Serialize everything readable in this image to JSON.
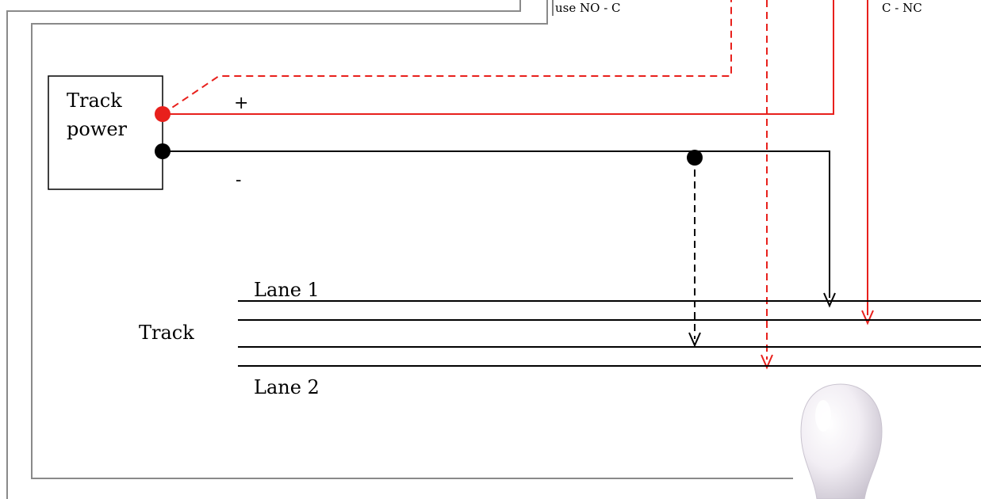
{
  "labels": {
    "relay_left": "use NO - C",
    "relay_right": "C - NC",
    "power_line1": "Track",
    "power_line2": "power",
    "plus": "+",
    "minus": "-",
    "track": "Track",
    "lane1": "Lane 1",
    "lane2": "Lane 2"
  },
  "colors": {
    "positive": "#e8201c",
    "negative": "#000000",
    "frame": "#8a8a8a"
  },
  "icons": {
    "bulb": "light-bulb-icon"
  }
}
